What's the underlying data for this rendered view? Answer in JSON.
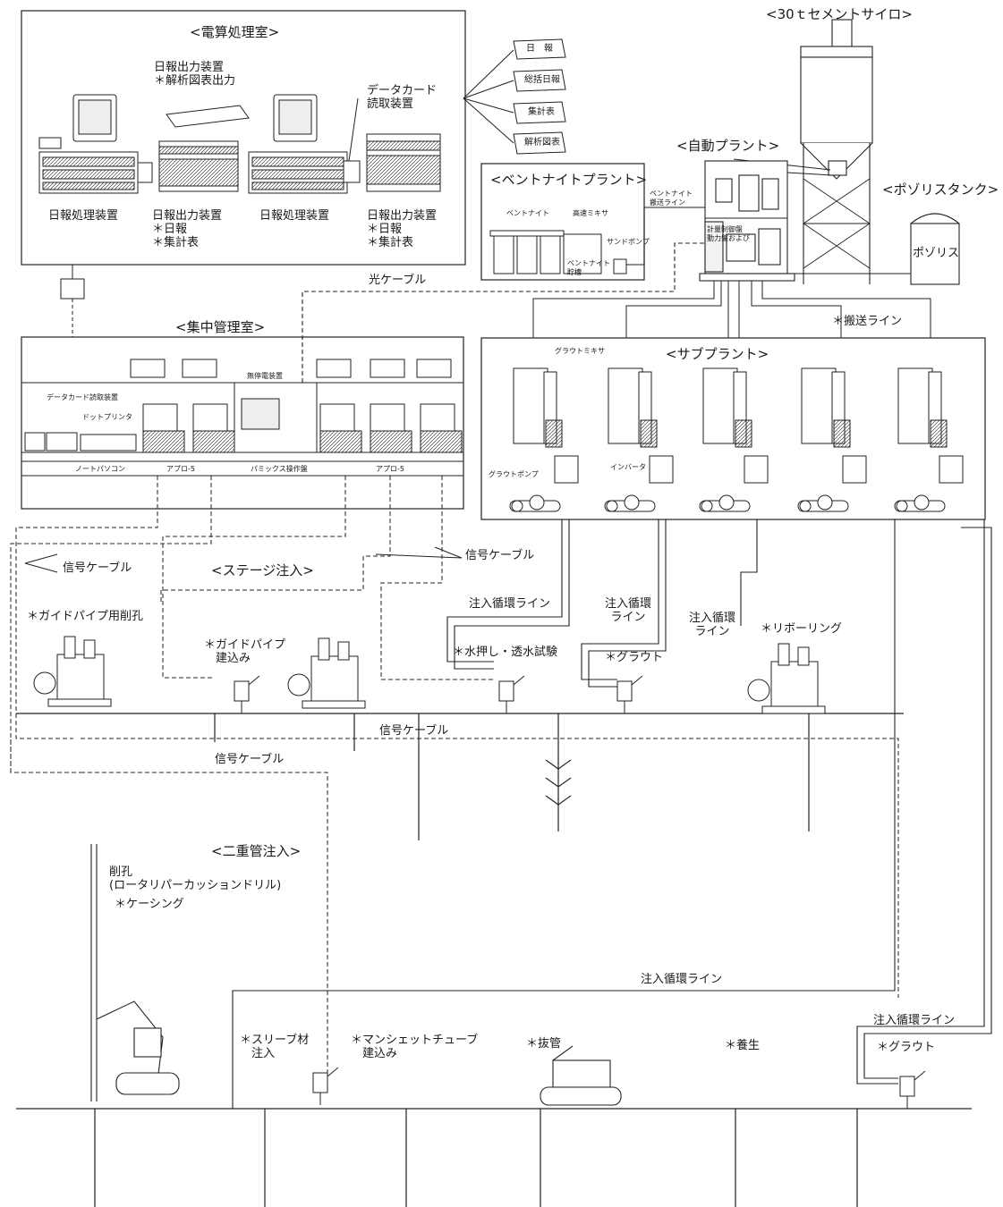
{
  "rooms": {
    "densan": "<電算処理室>",
    "shuchu": "<集中管理室>",
    "bentonite": "<ベントナイトプラント>",
    "jido": "<自動プラント>",
    "silo": "<30ｔセメントサイロ>",
    "porisu_tank": "<ポゾリスタンク>",
    "sub": "<サブプラント>",
    "stage": "<ステージ注入>",
    "nijukan": "<二重管注入>"
  },
  "densan": {
    "nippo_output_device": "日報出力装置\n＊解析図表出力",
    "datacard_reader": "データカード\n読取装置",
    "items": [
      "日報処理装置",
      "日報出力装置\n＊日報\n＊集計表",
      "日報処理装置",
      "日報出力装置\n＊日報\n＊集計表"
    ]
  },
  "reports": [
    "日　報",
    "総括日報",
    "集計表",
    "解析図表"
  ],
  "bentonite": {
    "label_bentonite": "ベントナイト",
    "label_mixer": "高速ミキサ",
    "label_pump": "サンドポンプ",
    "label_tank": "ベントナイト\n貯槽",
    "label_line": "ベントナイト\n搬送ライン"
  },
  "jido_plant": {
    "panel_text": "計量制御盤\n動力盤および"
  },
  "porisu": {
    "tank_text": "ポゾリス"
  },
  "cables": {
    "hikari": "光ケーブル",
    "hanso": "＊搬送ライン",
    "shingo_1": "信号ケーブル",
    "shingo_2": "信号ケーブル",
    "shingo_3": "信号ケーブル",
    "shingo_4": "信号ケーブル"
  },
  "shuchu": {
    "musen": "無停電装置",
    "datacard": "データカード読取装置",
    "dot_printer": "ドットプリンタ",
    "notepc": "ノートパソコン",
    "apro_1": "アプロ-5",
    "pamix": "パミックス操作盤",
    "apro_2": "アプロ-5"
  },
  "sub": {
    "grout_mixer": "グラウトミキサ",
    "grout_pump": "グラウトポンプ",
    "inverter": "インバータ"
  },
  "stage_labels": {
    "guide_pipe_drill": "＊ガイドパイプ用削孔",
    "guide_pipe_install": "＊ガイドパイプ\n　建込み",
    "water_test": "＊水押し・透水試験",
    "grout": "＊グラウト",
    "reboring": "＊リボーリング",
    "circ_line_1": "注入循環ライン",
    "circ_line_2": "注入循環\nライン",
    "circ_line_3": "注入循環\nライン"
  },
  "nijukan_labels": {
    "drill": "削孔\n(ロータリパーカッションドリル)",
    "casing": "＊ケーシング",
    "sleeve": "＊スリーブ材\n　注入",
    "manchette": "＊マンシェットチューブ\n　建込み",
    "bakkan": "＊抜管",
    "yojo": "＊養生",
    "circ_line_a": "注入循環ライン",
    "circ_line_b": "注入循環ライン",
    "grout": "＊グラウト"
  }
}
